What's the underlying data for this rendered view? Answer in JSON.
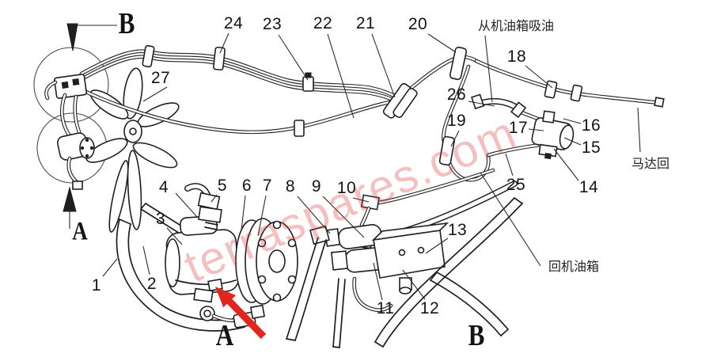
{
  "watermark": {
    "text": "terraspares.com",
    "color": "rgba(225,62,62,0.33)"
  },
  "colors": {
    "line": "#1f1f1f",
    "arrow_red": "#e2251f",
    "background": "#ffffff"
  },
  "markers": {
    "detail_b_pointer": "B",
    "detail_a_pointer": "A",
    "caption_detail_a": "A",
    "caption_detail_b": "B"
  },
  "annotations": {
    "suction_label": "从机油箱吸油",
    "motor_return_label": "马达回",
    "tank_return_label": "回机油箱"
  },
  "parts": [
    {
      "num": "1"
    },
    {
      "num": "2"
    },
    {
      "num": "3"
    },
    {
      "num": "4"
    },
    {
      "num": "5"
    },
    {
      "num": "6"
    },
    {
      "num": "7"
    },
    {
      "num": "8"
    },
    {
      "num": "9"
    },
    {
      "num": "10"
    },
    {
      "num": "11"
    },
    {
      "num": "12"
    },
    {
      "num": "13"
    },
    {
      "num": "14"
    },
    {
      "num": "15"
    },
    {
      "num": "16"
    },
    {
      "num": "17"
    },
    {
      "num": "18"
    },
    {
      "num": "19"
    },
    {
      "num": "20"
    },
    {
      "num": "21"
    },
    {
      "num": "22"
    },
    {
      "num": "23"
    },
    {
      "num": "24"
    },
    {
      "num": "25"
    },
    {
      "num": "26"
    },
    {
      "num": "27"
    }
  ]
}
